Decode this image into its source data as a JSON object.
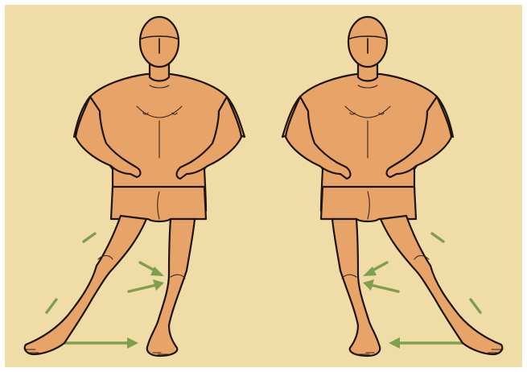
{
  "colors": {
    "background": "#f0dca6",
    "frame": "#ffffff",
    "skin": "#e8a468",
    "outline": "#1d1410",
    "arrow": "#7f9f4e"
  },
  "figures": [
    {
      "name": "left-figure",
      "stance": "left-leg-extended",
      "arrow_direction": "right"
    },
    {
      "name": "right-figure",
      "stance": "right-leg-extended",
      "arrow_direction": "left"
    }
  ],
  "icons": [
    "long-arrow-icon",
    "short-arrow-icon",
    "motion-dash-icon"
  ]
}
